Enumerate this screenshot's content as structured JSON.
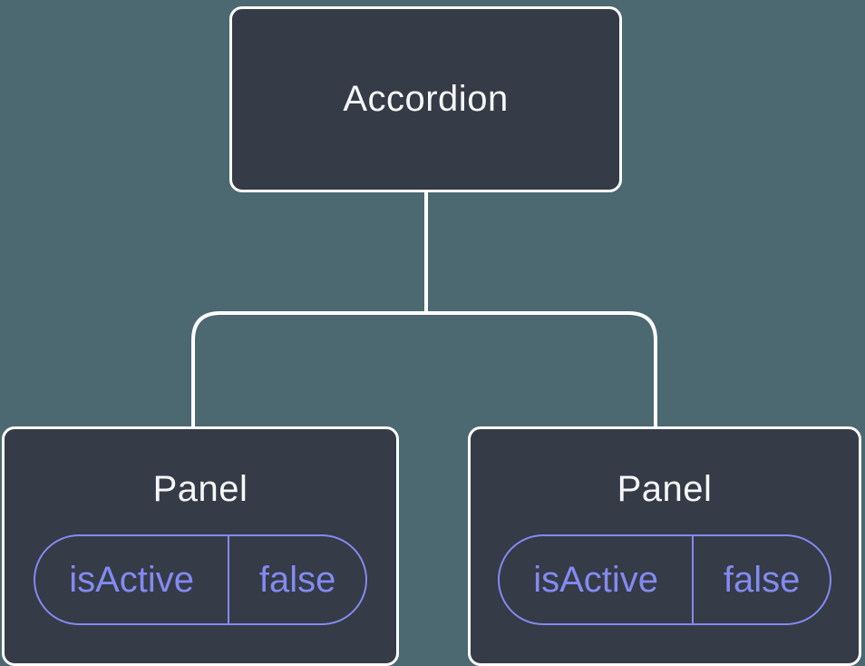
{
  "diagram": {
    "root": {
      "label": "Accordion"
    },
    "children": [
      {
        "label": "Panel",
        "state": {
          "name": "isActive",
          "value": "false"
        }
      },
      {
        "label": "Panel",
        "state": {
          "name": "isActive",
          "value": "false"
        }
      }
    ]
  },
  "colors": {
    "background": "#4c6870",
    "node_fill": "#353b47",
    "node_border": "#ffffff",
    "node_text": "#f6f7f9",
    "state_accent": "#838af0",
    "connector": "#ffffff"
  }
}
